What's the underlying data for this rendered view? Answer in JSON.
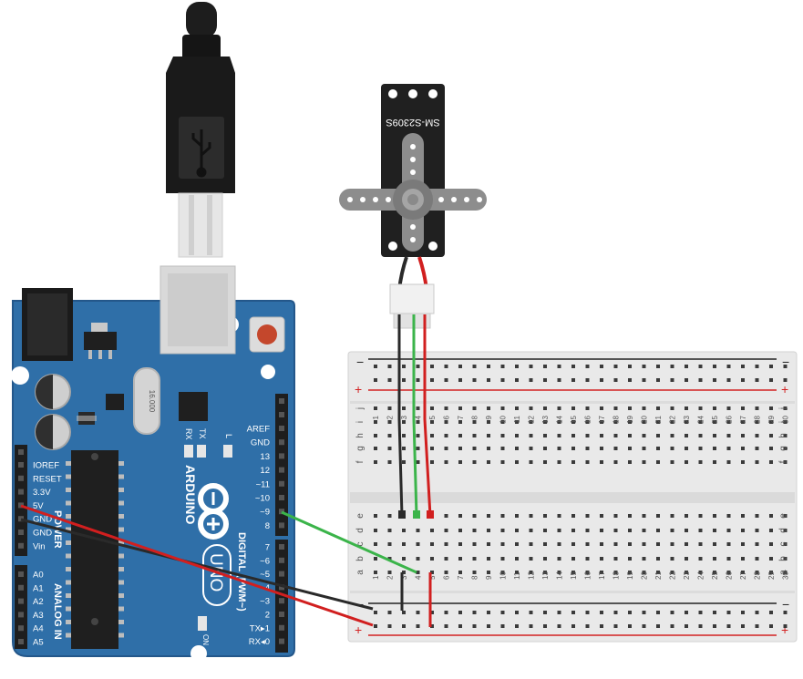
{
  "colors": {
    "board_blue": "#2F6FA8",
    "board_edge": "#24578A",
    "header_black": "#1E1E1E",
    "breadboard": "#E9E9E9",
    "rail_red": "#D32323",
    "rail_black": "#222222",
    "wire_green": "#3BB44A",
    "wire_red": "#D11F1F",
    "wire_black": "#2A2A2A",
    "servo_black": "#202020",
    "horn_grey": "#8D8D8D"
  },
  "servo": {
    "model": "SM-S2309S"
  },
  "arduino": {
    "brand": "ARDUINO",
    "model": "UNO",
    "digital_title": "DIGITAL (PWM~)",
    "power_title": "POWER",
    "analog_title": "ANALOG IN",
    "on_label": "ON",
    "tx_label": "TX",
    "rx_label": "RX",
    "l_label": "L",
    "crystal_label": "16.000",
    "top_header_pins": [
      "AREF",
      "GND",
      "13",
      "12",
      "~11",
      "~10",
      "~9",
      "8"
    ],
    "mid_header_pins": [
      "7",
      "~6",
      "~5",
      "4",
      "~3",
      "2",
      "TX▸1",
      "RX◂0"
    ],
    "power_pins": [
      "IOREF",
      "RESET",
      "3.3V",
      "5V",
      "GND",
      "GND",
      "Vin"
    ],
    "analog_pins": [
      "A0",
      "A1",
      "A2",
      "A3",
      "A4",
      "A5"
    ]
  },
  "breadboard": {
    "plus": "+",
    "minus": "−",
    "top_rows": [
      "j",
      "i",
      "h",
      "g",
      "f"
    ],
    "bottom_rows": [
      "e",
      "d",
      "c",
      "b",
      "a"
    ],
    "columns": [
      "1",
      "2",
      "3",
      "4",
      "5",
      "6",
      "7",
      "8",
      "9",
      "10",
      "11",
      "12",
      "13",
      "14",
      "15",
      "16",
      "17",
      "18",
      "19",
      "20",
      "21",
      "22",
      "23",
      "24",
      "25",
      "26",
      "27",
      "28",
      "29",
      "30"
    ]
  }
}
